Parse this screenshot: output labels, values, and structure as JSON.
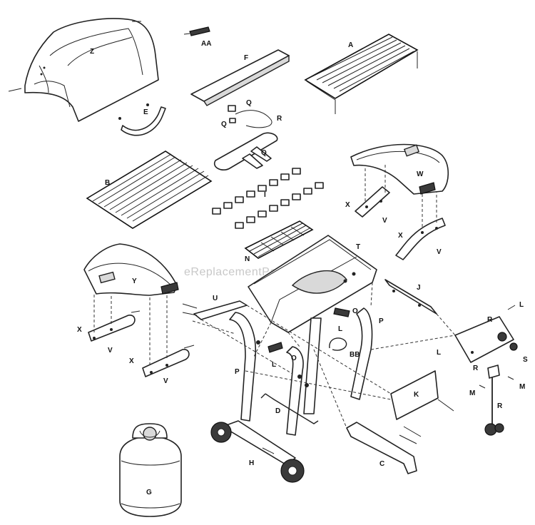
{
  "watermark": "eReplacementParts.com",
  "labels": {
    "Z": "Z",
    "AA": "AA",
    "F": "F",
    "A": "A",
    "E": "E",
    "Q1": "Q",
    "Q2": "Q",
    "Q3": "Q",
    "R1": "R",
    "B": "B",
    "I": "I",
    "W": "W",
    "X1": "X",
    "V1": "V",
    "X2": "X",
    "V2": "V",
    "N": "N",
    "T": "T",
    "Y": "Y",
    "U": "U",
    "J": "J",
    "L1": "L",
    "R2": "R",
    "X3": "X",
    "V3": "V",
    "X4": "X",
    "V4": "V",
    "L2": "L",
    "O1": "O",
    "O2": "O",
    "P1": "P",
    "P2": "P",
    "L3": "L",
    "L4": "L",
    "BB": "BB",
    "S": "S",
    "R3": "R",
    "M1": "M",
    "M2": "M",
    "R4": "R",
    "K": "K",
    "D": "D",
    "H": "H",
    "C": "C",
    "G": "G"
  }
}
